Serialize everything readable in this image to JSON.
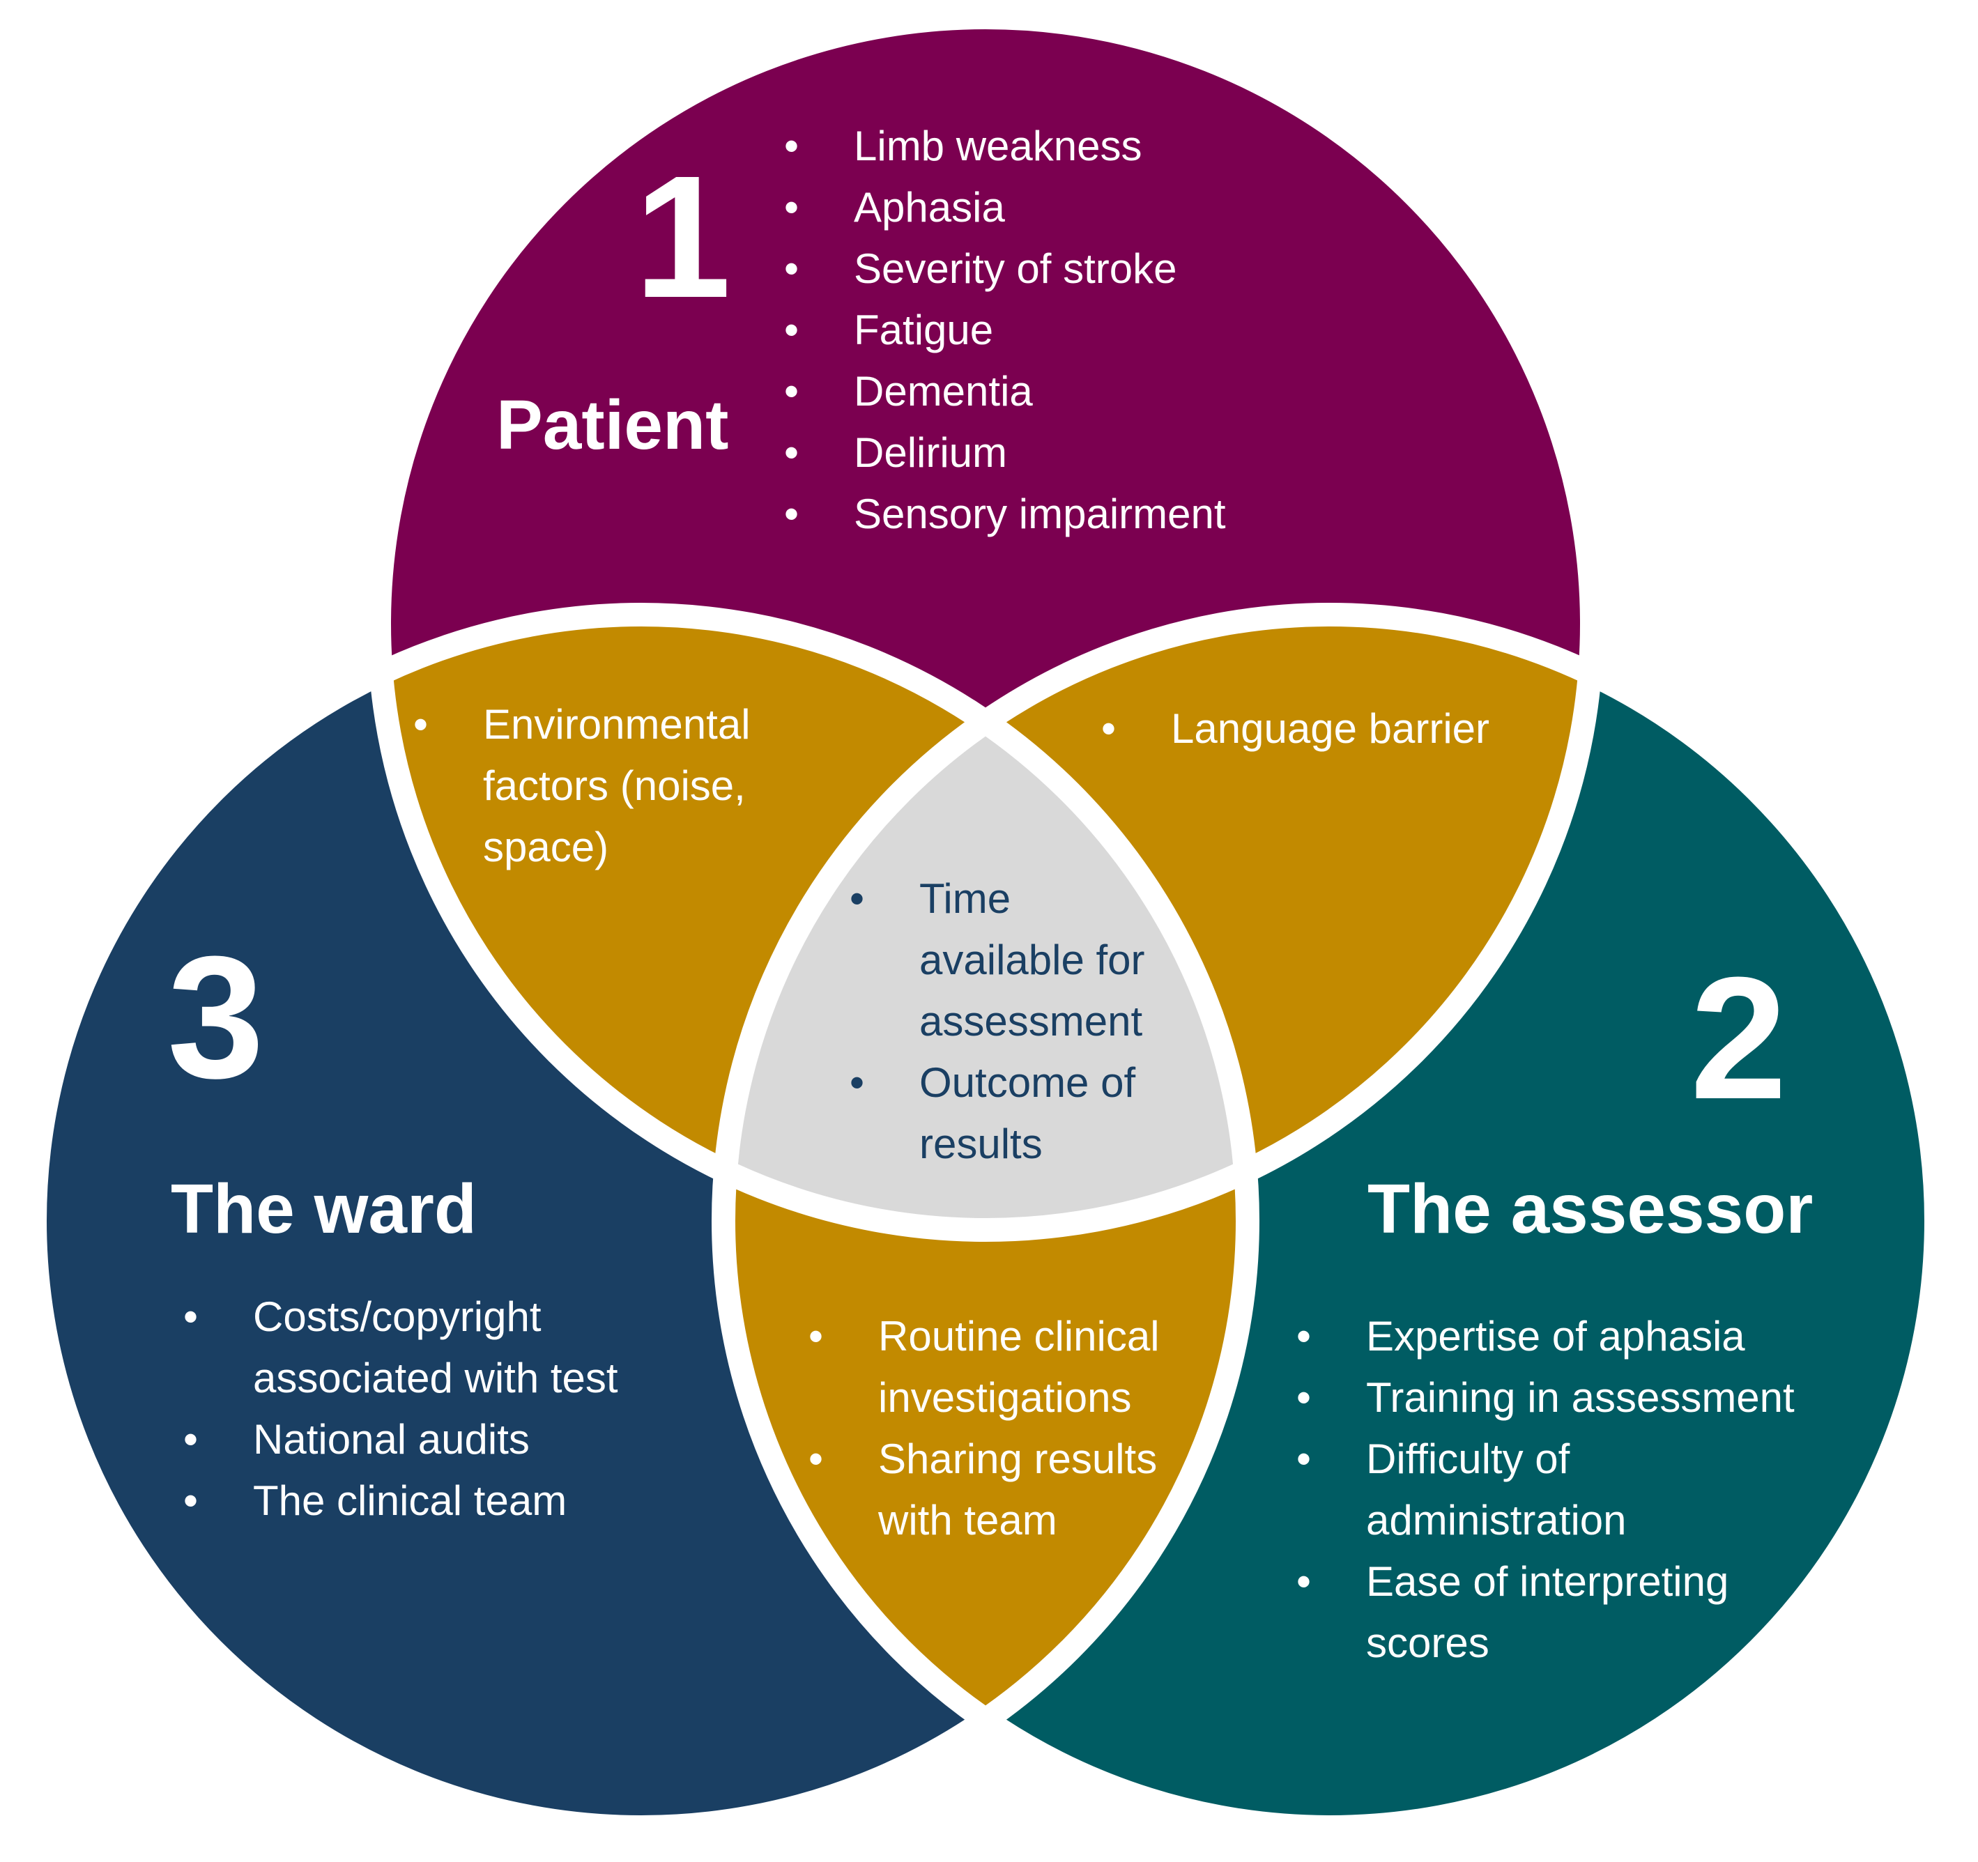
{
  "colors": {
    "patient": "#7b0050",
    "assessor": "#005c63",
    "ward": "#1a3f63",
    "overlap": "#c28a00",
    "center": "#d9d9d9",
    "separator": "#ffffff",
    "center_text": "#1a3f63"
  },
  "patient": {
    "number": "1",
    "title": "Patient",
    "items": [
      "Limb weakness",
      "Aphasia",
      "Severity of stroke",
      "Fatigue",
      "Dementia",
      "Delirium",
      "Sensory impairment"
    ]
  },
  "assessor": {
    "number": "2",
    "title": "The assessor",
    "items": [
      "Expertise of aphasia",
      "Training in assessment",
      "Difficulty of\nadministration",
      "Ease of interpreting\nscores"
    ]
  },
  "ward": {
    "number": "3",
    "title": "The ward",
    "items": [
      "Costs/copyright\nassociated with test",
      "National audits",
      "The clinical team"
    ]
  },
  "overlaps": {
    "patient_ward": [
      "Environmental\nfactors (noise,\nspace)"
    ],
    "patient_assessor": [
      "Language barrier"
    ],
    "ward_assessor": [
      "Routine clinical\ninvestigations",
      "Sharing results\nwith team"
    ],
    "all": [
      "Time\navailable for\nassessment",
      "Outcome of\nresults"
    ]
  }
}
